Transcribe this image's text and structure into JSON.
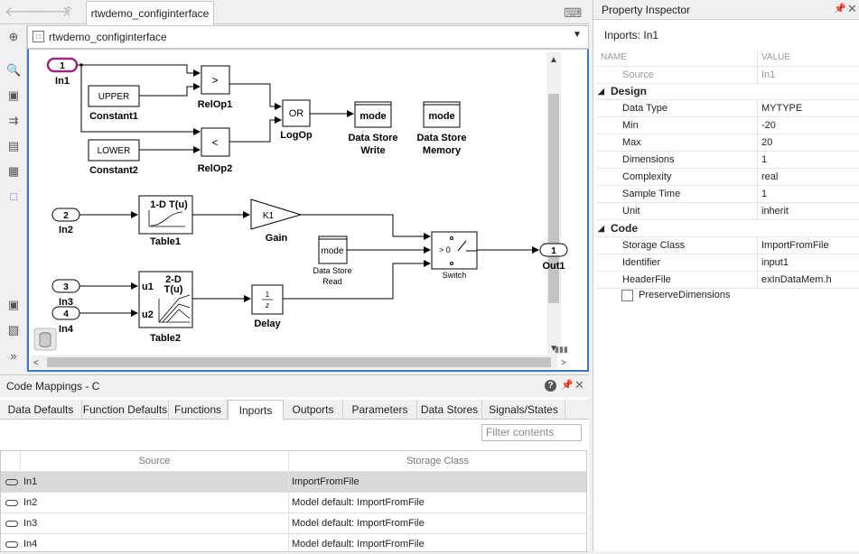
{
  "editor": {
    "tab_label": "rtwdemo_configinterface",
    "address": "rtwdemo_configinterface"
  },
  "diagram": {
    "in1_num": "1",
    "in1_label": "In1",
    "in2_num": "2",
    "in2_label": "In2",
    "in3_num": "3",
    "in3_label": "In3",
    "in4_num": "4",
    "in4_label": "In4",
    "out1_num": "1",
    "out1_label": "Out1",
    "constant1_value": "UPPER",
    "constant1_label": "Constant1",
    "constant2_value": "LOWER",
    "constant2_label": "Constant2",
    "relop1_symbol": ">",
    "relop1_label": "RelOp1",
    "relop2_symbol": "<",
    "relop2_label": "RelOp2",
    "logop_symbol": "OR",
    "logop_label": "LogOp",
    "dsw_value": "mode",
    "dsw_label1": "Data Store",
    "dsw_label2": "Write",
    "dsm_value": "mode",
    "dsm_label1": "Data Store",
    "dsm_label2": "Memory",
    "table1_title": "1-D T(u)",
    "table1_label": "Table1",
    "table2_title1": "2-D",
    "table2_title2": "T(u)",
    "table2_u1": "u1",
    "table2_u2": "u2",
    "table2_label": "Table2",
    "gain_value": "K1",
    "gain_label": "Gain",
    "dsr_value": "mode",
    "dsr_label1": "Data Store",
    "dsr_label2": "Read",
    "switch_cond": "> 0",
    "switch_label": "Switch",
    "delay_num": "1",
    "delay_den": "z",
    "delay_label": "Delay"
  },
  "inspector": {
    "title": "Property Inspector",
    "subtitle": "Inports: In1",
    "col_name": "NAME",
    "col_value": "VALUE",
    "source_name": "Source",
    "source_value": "In1",
    "design_group": "Design",
    "design": [
      {
        "name": "Data Type",
        "value": "MYTYPE"
      },
      {
        "name": "Min",
        "value": "-20"
      },
      {
        "name": "Max",
        "value": "20"
      },
      {
        "name": "Dimensions",
        "value": "1"
      },
      {
        "name": "Complexity",
        "value": "real"
      },
      {
        "name": "Sample Time",
        "value": "1"
      },
      {
        "name": "Unit",
        "value": "inherit"
      }
    ],
    "code_group": "Code",
    "code": [
      {
        "name": "Storage Class",
        "value": "ImportFromFile"
      },
      {
        "name": "Identifier",
        "value": "input1"
      },
      {
        "name": "HeaderFile",
        "value": "exInDataMem.h"
      }
    ],
    "preserve_dimensions": "PreserveDimensions"
  },
  "code_mappings": {
    "title": "Code Mappings - C",
    "tabs": [
      "Data Defaults",
      "Function Defaults",
      "Functions",
      "Inports",
      "Outports",
      "Parameters",
      "Data Stores",
      "Signals/States"
    ],
    "active_tab": "Inports",
    "filter_placeholder": "Filter contents",
    "col_source": "Source",
    "col_storage": "Storage Class",
    "rows": [
      {
        "source": "In1",
        "storage": "ImportFromFile"
      },
      {
        "source": "In2",
        "storage": "Model default: ImportFromFile"
      },
      {
        "source": "In3",
        "storage": "Model default: ImportFromFile"
      },
      {
        "source": "In4",
        "storage": "Model default: ImportFromFile"
      }
    ]
  },
  "colors": {
    "accent": "#3b78c3",
    "selected_port": "#9b2a7e",
    "selected_row": "#d9d9d9"
  }
}
